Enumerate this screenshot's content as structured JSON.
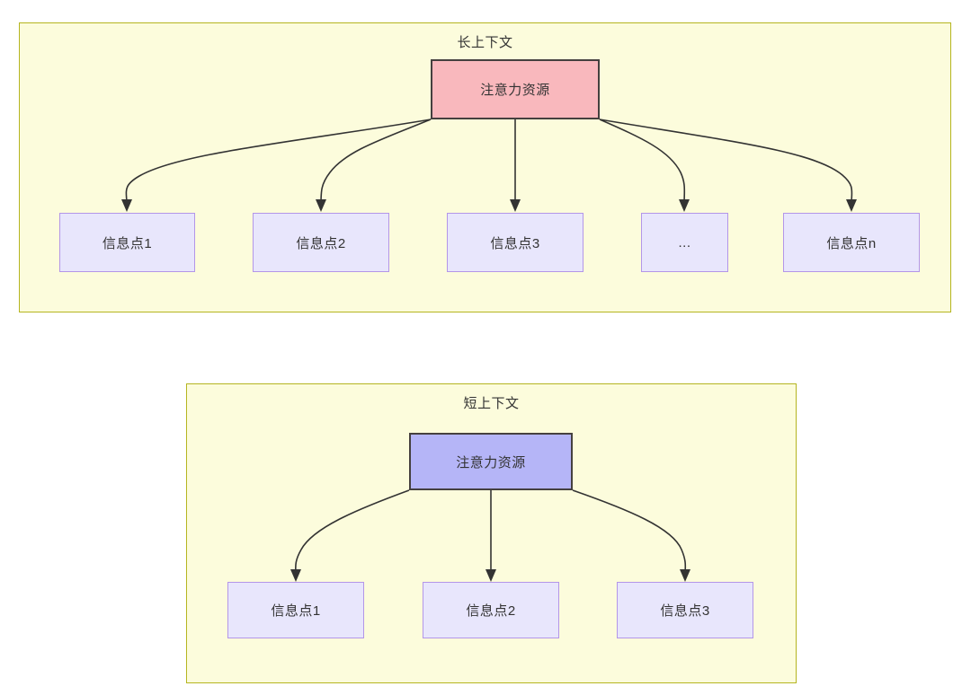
{
  "diagram": {
    "type": "node-edge-tree",
    "background_color": "#ffffff",
    "groups": [
      {
        "id": "long-context",
        "title": "长上下文",
        "fill_color": "#fcfcdc",
        "border_color": "#b5b520",
        "root": {
          "label": "注意力资源",
          "fill_color": "#f9b8bd",
          "border_color": "#45403f"
        },
        "children": [
          {
            "label": "信息点1",
            "fill_color": "#e8e6fc",
            "border_color": "#b396e8"
          },
          {
            "label": "信息点2",
            "fill_color": "#e8e6fc",
            "border_color": "#b396e8"
          },
          {
            "label": "信息点3",
            "fill_color": "#e8e6fc",
            "border_color": "#b396e8"
          },
          {
            "label": "...",
            "fill_color": "#e8e6fc",
            "border_color": "#b396e8"
          },
          {
            "label": "信息点n",
            "fill_color": "#e8e6fc",
            "border_color": "#b396e8"
          }
        ]
      },
      {
        "id": "short-context",
        "title": "短上下文",
        "fill_color": "#fcfcdc",
        "border_color": "#b5b520",
        "root": {
          "label": "注意力资源",
          "fill_color": "#b5b5f7",
          "border_color": "#45403f"
        },
        "children": [
          {
            "label": "信息点1",
            "fill_color": "#e8e6fc",
            "border_color": "#b396e8"
          },
          {
            "label": "信息点2",
            "fill_color": "#e8e6fc",
            "border_color": "#b396e8"
          },
          {
            "label": "信息点3",
            "fill_color": "#e8e6fc",
            "border_color": "#b396e8"
          }
        ]
      }
    ],
    "edge_color": "#333333",
    "edge_style": "curved-arrow"
  }
}
